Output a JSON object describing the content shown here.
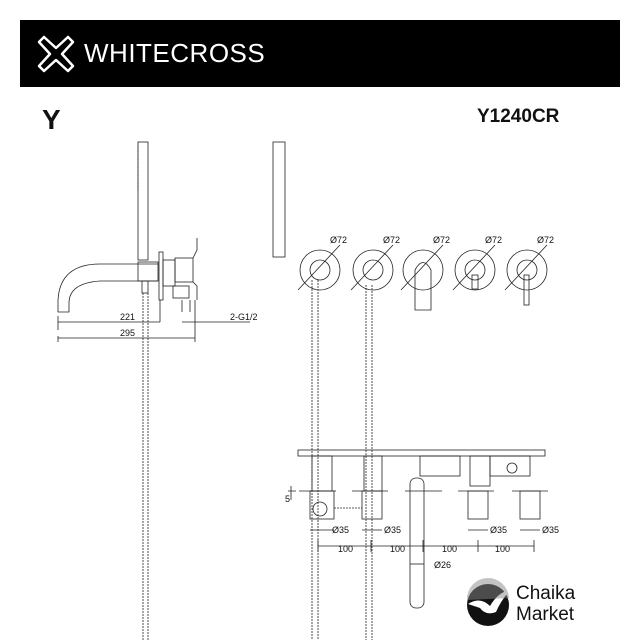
{
  "header": {
    "brand": "WHITECROSS",
    "background": "#000000"
  },
  "title": {
    "series": "Y",
    "model": "Y1240CR"
  },
  "side_view": {
    "dim_spout": "221",
    "dim_total": "295",
    "thread": "2-G1/2"
  },
  "front_view": {
    "plate_diameters": [
      "Ø72",
      "Ø72",
      "Ø72",
      "Ø72",
      "Ø72"
    ]
  },
  "top_view": {
    "dim_plate_height": "5",
    "body_diameters": [
      "Ø35",
      "Ø35",
      "Ø35",
      "Ø35"
    ],
    "spacings": [
      "100",
      "100",
      "100",
      "100"
    ],
    "spout_diameter": "Ø26"
  },
  "watermark": {
    "line1": "Chaika",
    "line2": "Market"
  }
}
